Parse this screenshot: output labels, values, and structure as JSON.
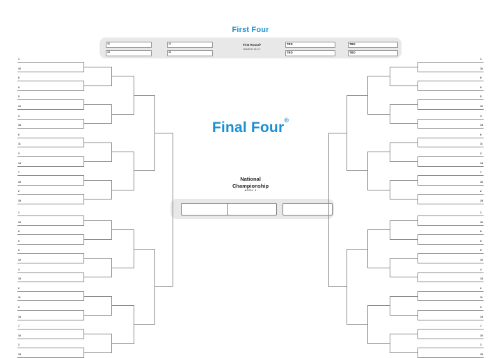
{
  "bracket": {
    "first_four": {
      "title": "First Four",
      "center_label": "First Round*",
      "center_sub": "MARCH 16-17",
      "left_games": [
        {
          "top_seed": "16",
          "bottom_seed": "16"
        },
        {
          "top_seed": "16",
          "bottom_seed": "16"
        }
      ],
      "right_games": [
        {
          "top_seed": "TBD",
          "bottom_seed": "TBD"
        },
        {
          "top_seed": "TBD",
          "bottom_seed": "TBD"
        }
      ]
    },
    "final_four": {
      "title": "Final Four",
      "trademark": "®"
    },
    "national_championship": {
      "line1": "National",
      "line2": "Championship",
      "date": "APRIL 4"
    },
    "seed_order": [
      "1",
      "16",
      "8",
      "9",
      "5",
      "12",
      "4",
      "13",
      "6",
      "11",
      "3",
      "14",
      "7",
      "10",
      "2",
      "15"
    ],
    "regions": {
      "top_left": {
        "seeds": [
          "1",
          "16",
          "8",
          "9",
          "5",
          "12",
          "4",
          "13",
          "6",
          "11",
          "3",
          "14",
          "7",
          "10",
          "2",
          "15"
        ]
      },
      "bottom_left": {
        "seeds": [
          "1",
          "16",
          "8",
          "9",
          "5",
          "12",
          "4",
          "13",
          "6",
          "11",
          "3",
          "14",
          "7",
          "10",
          "2",
          "15"
        ]
      },
      "top_right": {
        "seeds": [
          "1",
          "16",
          "8",
          "9",
          "5",
          "12",
          "4",
          "13",
          "6",
          "11",
          "3",
          "14",
          "7",
          "10",
          "2",
          "15"
        ]
      },
      "bottom_right": {
        "seeds": [
          "1",
          "16",
          "8",
          "9",
          "5",
          "12",
          "4",
          "13",
          "6",
          "11",
          "3",
          "14",
          "7",
          "10",
          "2",
          "15"
        ]
      }
    },
    "colors": {
      "accent_blue": "#1b8fd4",
      "line_gray": "#8a8a8a",
      "pill_gray": "#e8e8e8",
      "background": "#ffffff"
    }
  }
}
